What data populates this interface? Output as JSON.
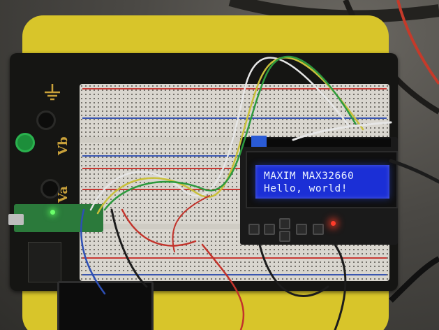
{
  "lcd": {
    "line1": "MAXIM MAX32660",
    "line2": "Hello, world!",
    "backlight_color": "#1b2fd6",
    "text_color": "#e9f0ff"
  },
  "board_labels": {
    "terminal_b": "Vb",
    "terminal_a": "Va",
    "ground_symbol_icon": "ground-icon"
  },
  "colors": {
    "yellow_pad": "#d8c52a",
    "base_board": "#151513",
    "breadboard": "#d9d6cf",
    "red_led": "#ff3b2a",
    "green_led": "#6bff6b"
  }
}
